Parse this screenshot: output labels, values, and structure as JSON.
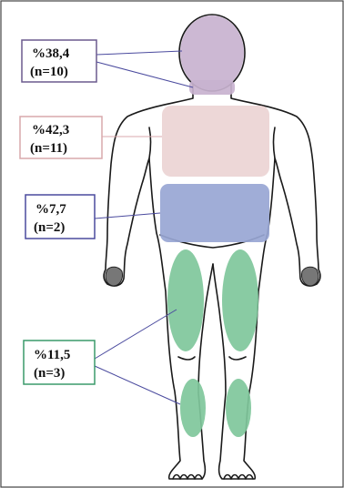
{
  "regions": [
    {
      "id": "neck",
      "percent": "%38,4",
      "count": "(n=10)",
      "color": "#c8b2cf",
      "border": "#6b5a8e"
    },
    {
      "id": "chest",
      "percent": "%42,3",
      "count": "(n=11)",
      "color": "#ecd4d4",
      "border": "#d9a8ac"
    },
    {
      "id": "abdomen",
      "percent": "%7,7",
      "count": "(n=2)",
      "color": "#98a6d4",
      "border": "#4a4a9e"
    },
    {
      "id": "legs",
      "percent": "%11,5",
      "count": "(n=3)",
      "color": "#7fc79b",
      "border": "#3a9a6a"
    }
  ]
}
